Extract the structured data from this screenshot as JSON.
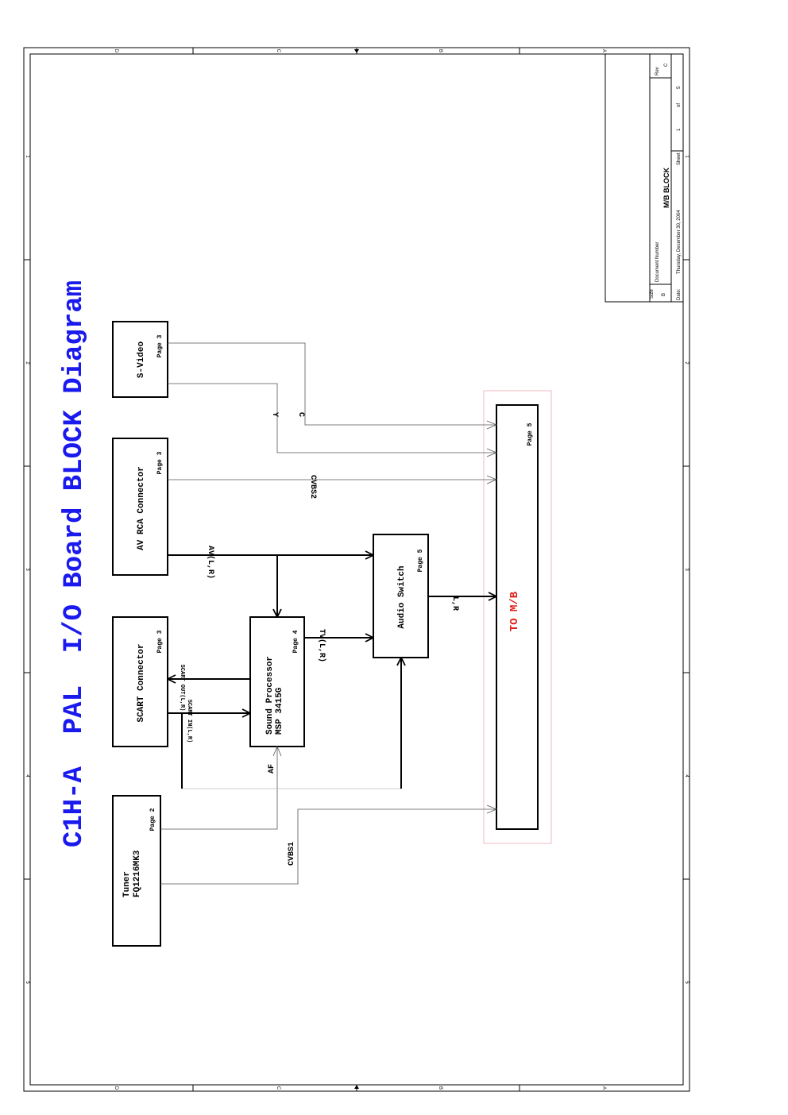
{
  "title": "C1H-A  PAL  I/O Board BLOCK Diagram",
  "colors": {
    "title": "#1a1aee",
    "target_label": "#e0201a",
    "target_frame": "#f0b8c0",
    "line": "#000000"
  },
  "blocks": {
    "svideo": {
      "name": "S-Video",
      "page": "Page 3"
    },
    "av_rca": {
      "name": "AV RCA Connector",
      "page": "Page 3"
    },
    "scart": {
      "name": "SCART Connector",
      "page": "Page 3"
    },
    "tuner": {
      "line1": "Tuner",
      "line2": "FQ1216MK3",
      "page": "Page 2"
    },
    "sound": {
      "line1": "Sound Processor",
      "line2": "MSP 3415G",
      "page": "Page 4"
    },
    "audio_switch": {
      "name": "Audio Switch",
      "page": "Page 5"
    },
    "mb": {
      "name": "TO M/B",
      "page": "Page 5"
    }
  },
  "signals": {
    "y": "Y",
    "c": "C",
    "cvbs2": "CVBS2",
    "av_lr": "AV(L,R)",
    "tv_lr": "TV(L,R)",
    "lr": "L,R",
    "scart_out": "SCART OUT(L,R)",
    "scart_in": "SCART IN(L,R)",
    "af": "AF",
    "cvbs1": "CVBS1"
  },
  "title_block": {
    "size_label": "Size",
    "size_value": "B",
    "doc_label": "Document Number",
    "doc_value": "M/B BLOCK",
    "rev_label": "Rev",
    "rev_value": "C",
    "date_label": "Date:",
    "date_value": "Thursday, December 30, 2004",
    "sheet_label": "Sheet",
    "sheet_value": "1",
    "of_label": "of",
    "of_value": "5"
  },
  "border": {
    "letters": [
      "D",
      "C",
      "B",
      "A"
    ],
    "numbers": [
      "1",
      "2",
      "3",
      "4",
      "5"
    ]
  }
}
